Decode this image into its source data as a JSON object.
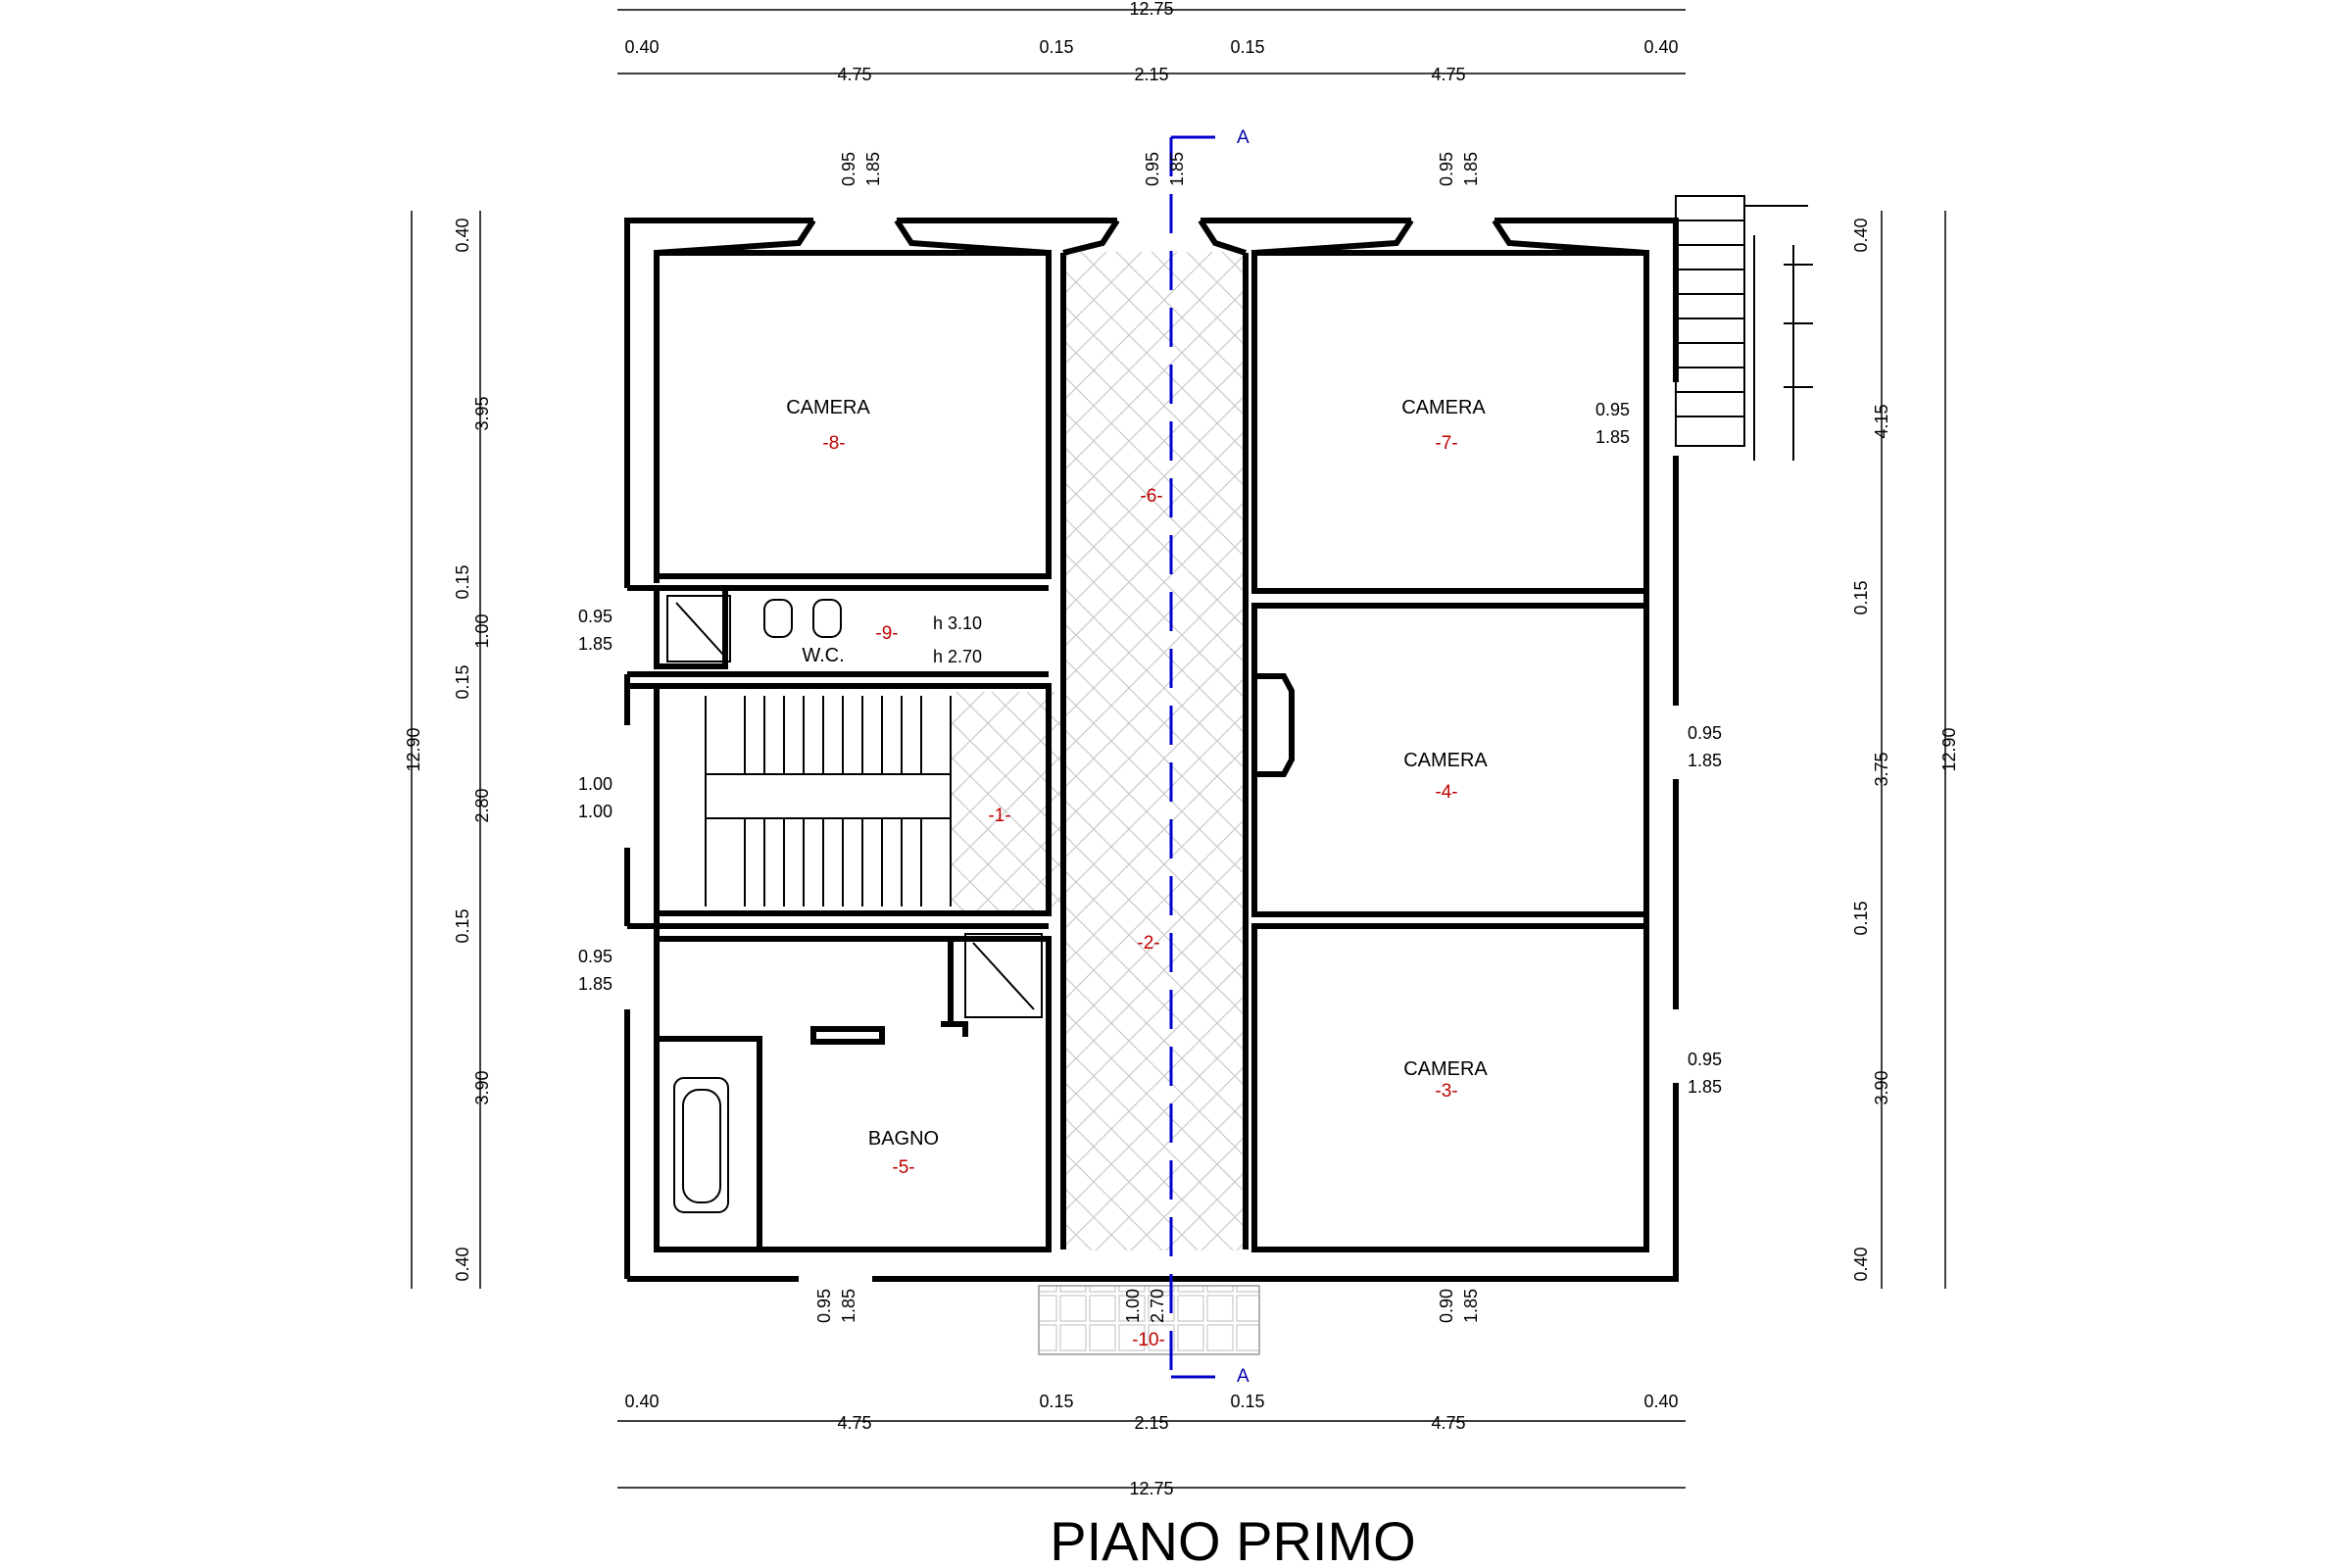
{
  "title": "PIANO PRIMO",
  "colors": {
    "walls": "#000000",
    "room_numbers": "#c00000",
    "section_line": "#0000cc",
    "tiles": "#c8c8c8"
  },
  "section_marker": "A",
  "top_dims": {
    "total": "12.75",
    "upper": [
      "0.40",
      "0.15",
      "0.15",
      "0.40"
    ],
    "lower": [
      "4.75",
      "2.15",
      "4.75"
    ]
  },
  "bottom_dims": {
    "total": "12.75",
    "upper": [
      "0.40",
      "0.15",
      "0.15",
      "0.40"
    ],
    "lower": [
      "4.75",
      "2.15",
      "4.75"
    ]
  },
  "left_dims": {
    "total": "12.90",
    "segments": [
      "0.40",
      "3.95",
      "0.15",
      "1.00",
      "0.15",
      "2.80",
      "0.15",
      "3.90",
      "0.40"
    ]
  },
  "right_dims": {
    "total": "12.90",
    "segments": [
      "0.40",
      "4.15",
      "0.15",
      "3.75",
      "0.15",
      "3.90",
      "0.40"
    ]
  },
  "openings": {
    "top_1": [
      "0.95",
      "1.85"
    ],
    "top_2": [
      "0.95",
      "1.85"
    ],
    "top_3": [
      "0.95",
      "1.85"
    ],
    "right_1": [
      "0.95",
      "1.85"
    ],
    "right_2": [
      "0.95",
      "1.85"
    ],
    "right_3": [
      "0.95",
      "1.85"
    ],
    "left_1": [
      "0.95",
      "1.85"
    ],
    "left_2": [
      "1.00",
      "1.00"
    ],
    "left_3": [
      "0.95",
      "1.85"
    ],
    "bottom_1": [
      "0.95",
      "1.85"
    ],
    "bottom_2": [
      "1.00",
      "2.70"
    ],
    "bottom_3": [
      "0.90",
      "1.85"
    ]
  },
  "heights": {
    "h1": "h 3.10",
    "h2": "h 2.70"
  },
  "rooms": [
    {
      "name": "CAMERA",
      "number": "-8-"
    },
    {
      "name": "CAMERA",
      "number": "-7-"
    },
    {
      "name": "",
      "number": "-6-"
    },
    {
      "name": "W.C.",
      "number": "-9-"
    },
    {
      "name": "CAMERA",
      "number": "-4-"
    },
    {
      "name": "",
      "number": "-1-"
    },
    {
      "name": "",
      "number": "-2-"
    },
    {
      "name": "CAMERA",
      "number": "-3-"
    },
    {
      "name": "BAGNO",
      "number": "-5-"
    },
    {
      "name": "",
      "number": "-10-"
    }
  ]
}
